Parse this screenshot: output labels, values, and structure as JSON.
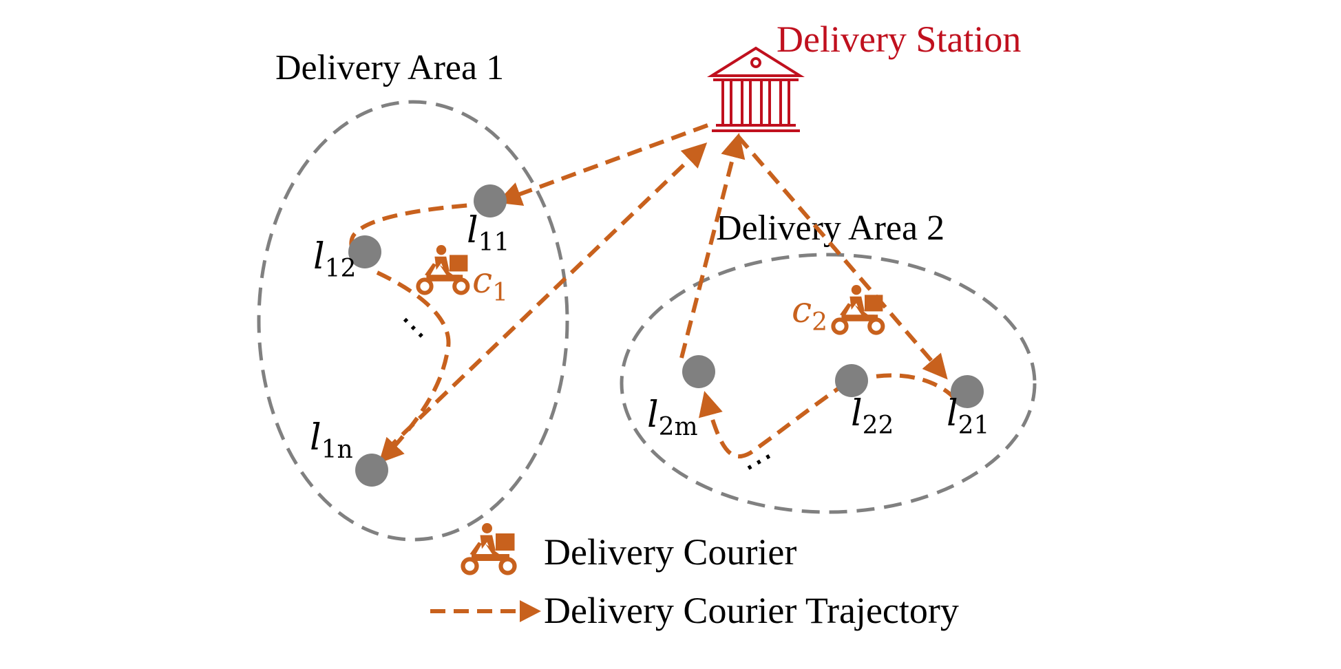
{
  "station": {
    "label": "Delivery Station",
    "icon": "bank-building-icon"
  },
  "areas": [
    {
      "label": "Delivery Area 1"
    },
    {
      "label": "Delivery Area 2"
    }
  ],
  "locations": [
    {
      "id": "l11",
      "base": "l",
      "sub": "11"
    },
    {
      "id": "l12",
      "base": "l",
      "sub": "12"
    },
    {
      "id": "l1n",
      "base": "l",
      "sub": "1n"
    },
    {
      "id": "l2m",
      "base": "l",
      "sub": "2m"
    },
    {
      "id": "l22",
      "base": "l",
      "sub": "22"
    },
    {
      "id": "l21",
      "base": "l",
      "sub": "21"
    }
  ],
  "couriers": [
    {
      "id": "c1",
      "base": "c",
      "sub": "1",
      "icon": "courier-scooter-icon"
    },
    {
      "id": "c2",
      "base": "c",
      "sub": "2",
      "icon": "courier-scooter-icon"
    }
  ],
  "ellipsis": "⋯",
  "legend": {
    "courier_label": "Delivery Courier",
    "courier_icon": "courier-scooter-icon",
    "trajectory_label": "Delivery Courier Trajectory",
    "trajectory_icon": "dashed-arrow-icon"
  },
  "colors": {
    "station": "#c0101e",
    "trajectory": "#c8611d",
    "area_border": "#808080",
    "location_node": "#808080",
    "text": "#000000"
  }
}
